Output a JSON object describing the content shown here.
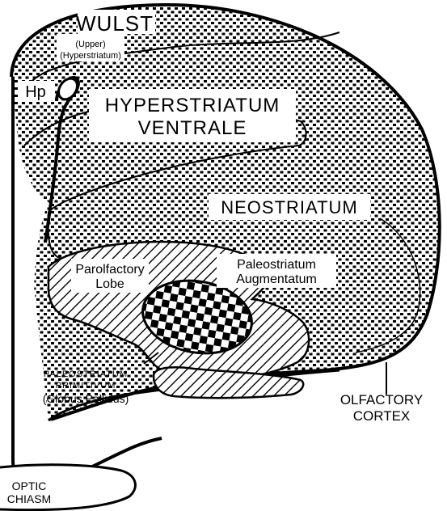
{
  "labels": {
    "wulst": "WULST",
    "wulst_upper": "(Upper)",
    "wulst_hyper": "(Hyperstriatum)",
    "hp": "Hp",
    "hv_line1": "HYPERSTRIATUM",
    "hv_line2": "VENTRALE",
    "neostriatum": "NEOSTRIATUM",
    "parolfactory_line1": "Parolfactory",
    "parolfactory_line2": "Lobe",
    "pa_line1": "Paleostriatum",
    "pa_line2": "Augmentatum",
    "pp_line1": "PALEOSTRIATUM",
    "pp_line2": "PRIMITIVUM",
    "pp_line3": "(Globus Pallidus)",
    "olf_line1": "OLFACTORY",
    "olf_line2": "CORTEX",
    "optic_line1": "OPTIC",
    "optic_line2": "CHIASM"
  },
  "colors": {
    "ink": "#000000",
    "paper": "#ffffff"
  }
}
